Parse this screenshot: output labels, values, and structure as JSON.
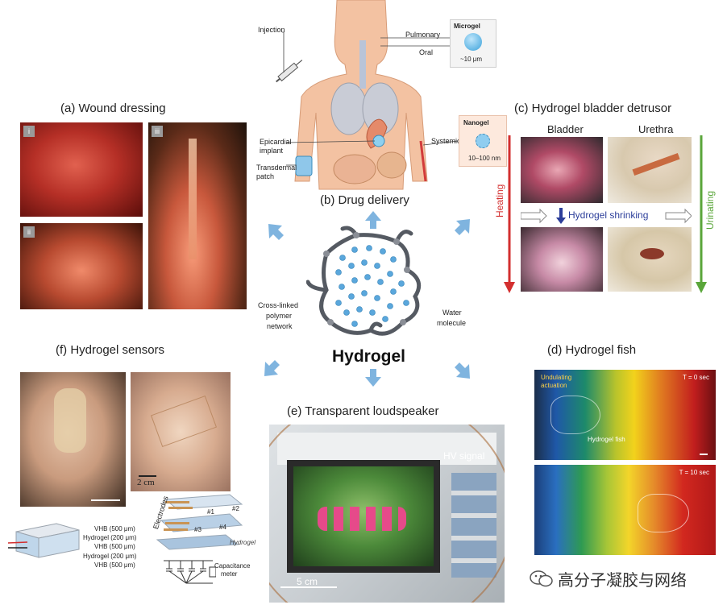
{
  "panels": {
    "wound": {
      "title": "(a)  Wound dressing",
      "tags": [
        "i",
        "ii",
        "iii"
      ]
    },
    "drug": {
      "title": "(b)  Drug delivery",
      "injection": "Injection",
      "pulmonary": "Pulmonary",
      "oral": "Oral",
      "microgel": "Microgel",
      "microgel_size": "~10 μm",
      "nanogel": "Nanogel",
      "nanogel_size": "10–100 nm",
      "systemic": "Systemic",
      "epicardial": "Epicardial",
      "implant": "implant",
      "transdermal": "Transdermal",
      "patch": "patch"
    },
    "bladder": {
      "title": "(c)  Hydrogel bladder detrusor",
      "col1": "Bladder",
      "col2": "Urethra",
      "heating": "Heating",
      "urinating": "Urinating",
      "shrinking": "Hydrogel shrinking"
    },
    "center": {
      "crosslinked_1": "Cross-linked",
      "crosslinked_2": "polymer",
      "crosslinked_3": "network",
      "water_1": "Water",
      "water_2": "molecule",
      "label": "Hydrogel"
    },
    "fish": {
      "title": "(d)  Hydrogel fish",
      "undulating_1": "Undulating",
      "undulating_2": "actuation",
      "t0": "T = 0 sec",
      "t10": "T = 10 sec",
      "fish_label": "Hydrogel fish"
    },
    "speaker": {
      "title": "(e)  Transparent loudspeaker",
      "hv": "HV signal",
      "scale": "5 cm"
    },
    "sensors": {
      "title": "(f)  Hydrogel sensors",
      "scale": "2 cm",
      "electrodes": "Electrodes",
      "layers": [
        "VHB (500 μm)",
        "Hydrogel (200 μm)",
        "VHB (500 μm)",
        "Hydrogel (200 μm)",
        "VHB (500 μm)"
      ],
      "pads": [
        "#1",
        "#2",
        "#3",
        "#4"
      ],
      "hydrogel_word": "Hydrogel",
      "capacitance_1": "Capacitance",
      "capacitance_2": "meter"
    }
  },
  "watermark": "高分子凝胶与网络",
  "colors": {
    "heating": "#d32f2f",
    "urinating": "#5aa63a",
    "arrow": "#7fb4df",
    "shrinking": "#2c3e9a",
    "droplet": "#5aa7dc",
    "polymer": "#555a62"
  }
}
